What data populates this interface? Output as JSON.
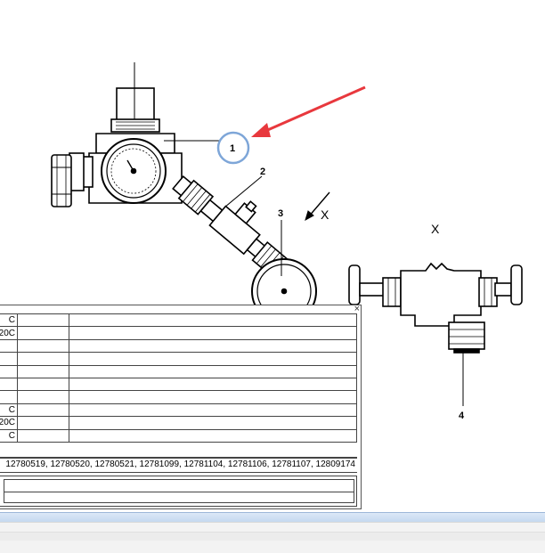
{
  "diagram": {
    "callouts": [
      "1",
      "2",
      "3",
      "4"
    ],
    "view_label": "X",
    "view_arrow_label": "X"
  },
  "colors": {
    "annotation_arrow": "#e8383d",
    "highlight_circle": "#7ea6d8",
    "status_strip": "#c5d9f0"
  },
  "parts_panel": {
    "close_glyph": "×",
    "rows": [
      "C",
      "20C",
      "",
      "",
      "",
      "",
      "",
      "C",
      "20C",
      "C"
    ],
    "part_numbers": "12780519, 12780520, 12780521, 12781099, 12781104, 12781106, 12781107, 12809174"
  }
}
